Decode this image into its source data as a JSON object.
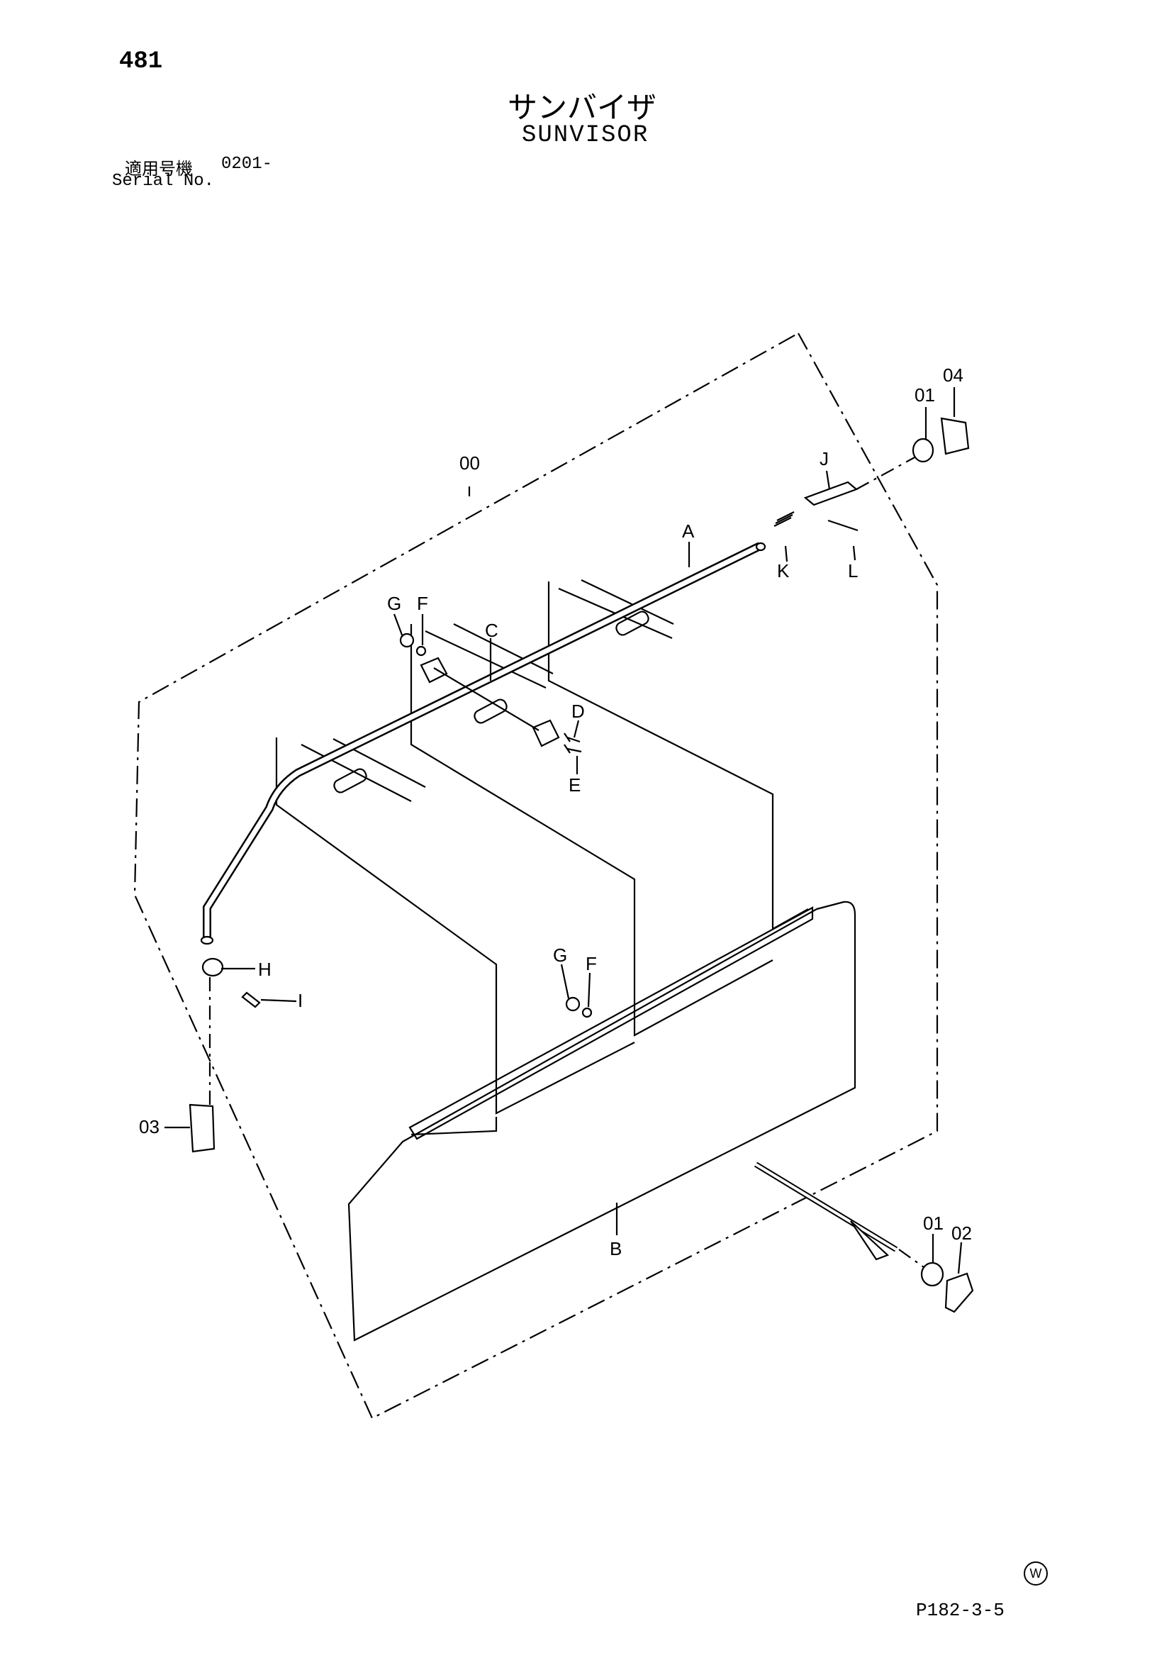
{
  "header": {
    "page_number": "481",
    "title_jp": "サンバイザ",
    "title_en": "SUNVISOR",
    "serial_label_jp": "適用号機",
    "serial_value": "0201-",
    "serial_label_en": "Serial No."
  },
  "callouts": [
    "00",
    "01",
    "04",
    "J",
    "A",
    "K",
    "L",
    "G",
    "F",
    "C",
    "D",
    "E",
    "H",
    "I",
    "03",
    "B",
    "01",
    "02",
    "G",
    "F"
  ],
  "footer": {
    "mark": "W",
    "reference": "P182-3-5"
  }
}
